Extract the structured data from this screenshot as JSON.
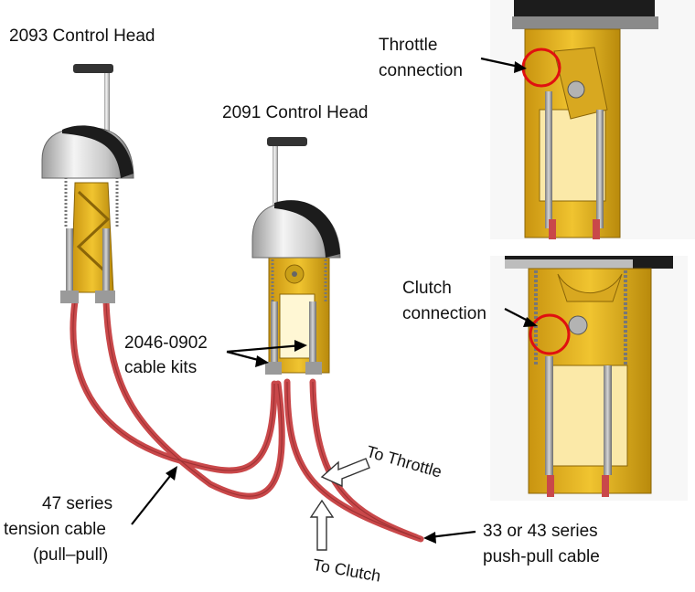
{
  "labels": {
    "head_2093": "2093 Control Head",
    "head_2091": "2091 Control Head",
    "throttle_conn_1": "Throttle",
    "throttle_conn_2": "connection",
    "clutch_conn_1": "Clutch",
    "clutch_conn_2": "connection",
    "kits_1": "2046-0902",
    "kits_2": "cable kits",
    "tension_1": "47 series",
    "tension_2": "tension cable",
    "tension_3": "(pull–pull)",
    "pushpull_1": "33 or 43 series",
    "pushpull_2": "push-pull cable",
    "to_throttle": "To Throttle",
    "to_clutch": "To Clutch"
  },
  "colors": {
    "frame_yellow": "#e8b81a",
    "cable_red": "#c9484a",
    "head_black": "#1c1c1c",
    "chrome": "#d8d8d8",
    "highlight_red": "#e01010"
  }
}
